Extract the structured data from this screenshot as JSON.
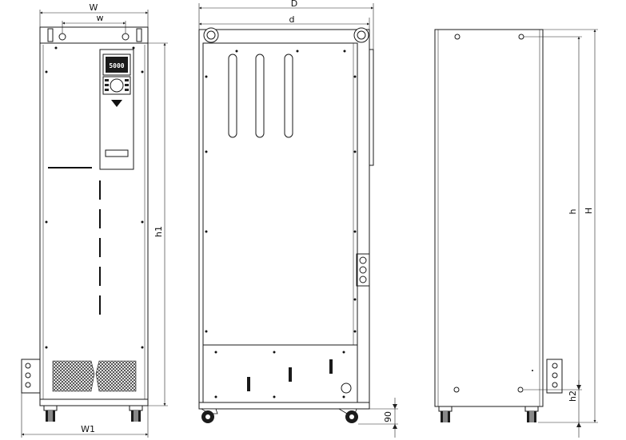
{
  "dimensions": {
    "W": "W",
    "w": "w",
    "h1": "h1",
    "W1": "W1",
    "D": "D",
    "d": "d",
    "h": "h",
    "H": "H",
    "h2": "h2",
    "wheel_height": "90"
  },
  "panel": {
    "display_text": "5000"
  }
}
